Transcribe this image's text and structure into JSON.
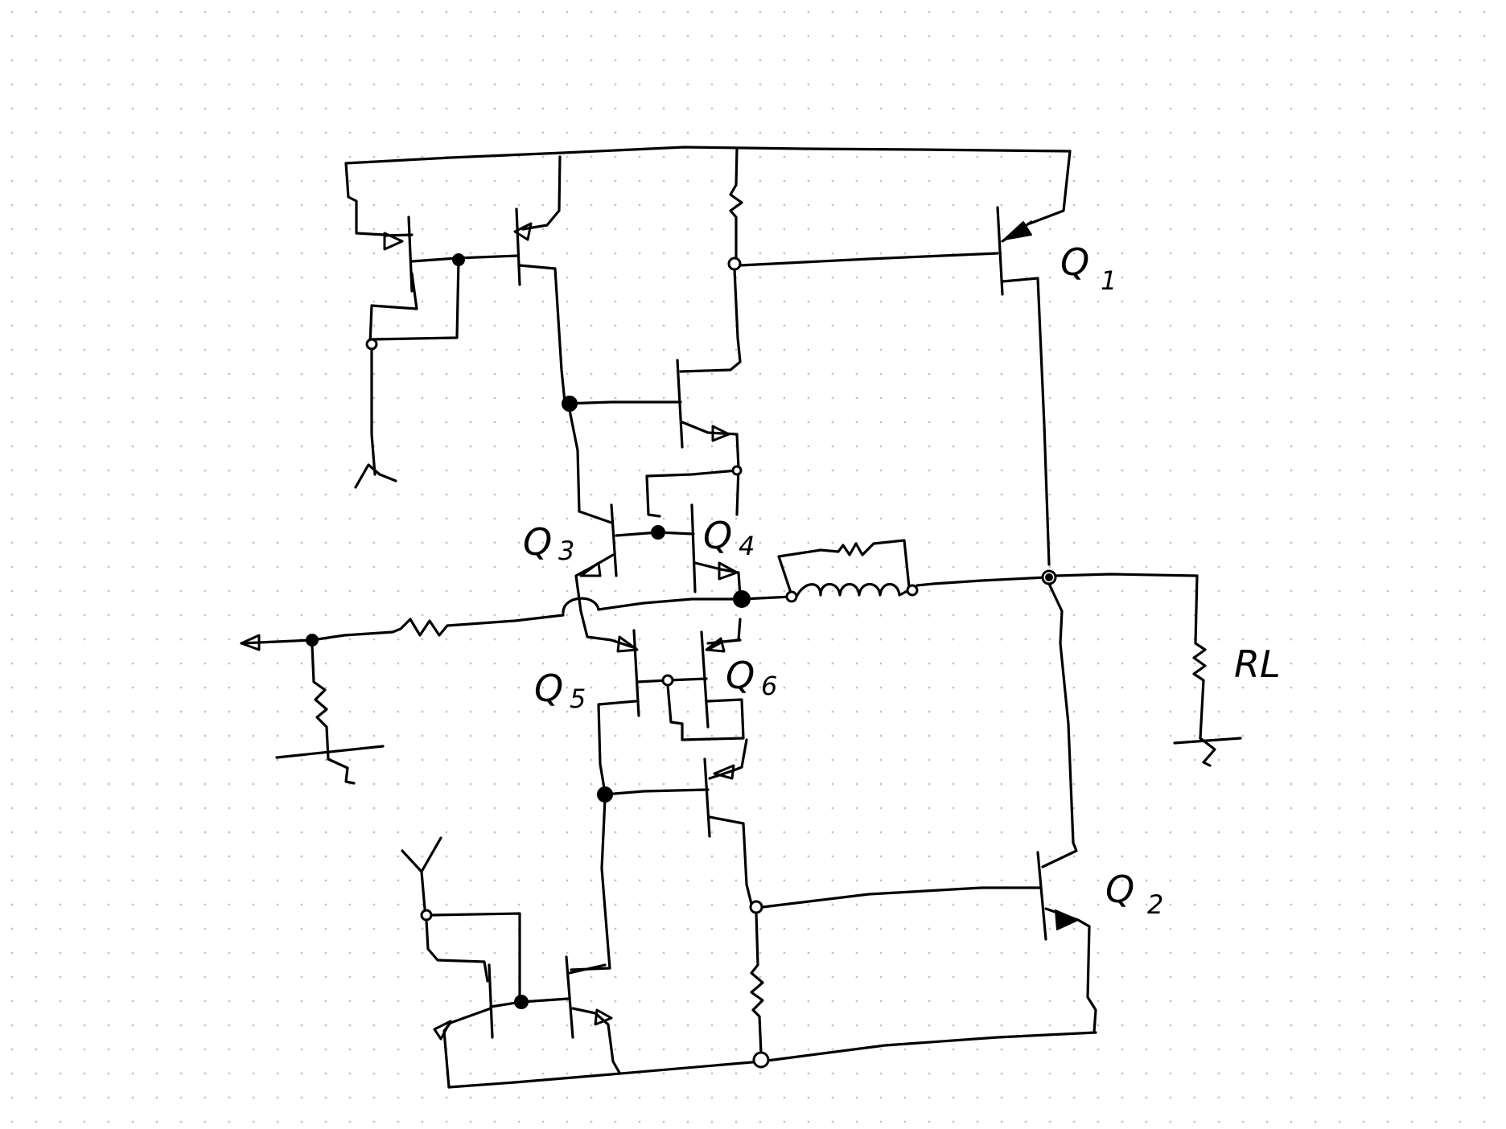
{
  "labels": {
    "q1": "Q",
    "q1_sub": "1",
    "q2": "Q",
    "q2_sub": "2",
    "q3": "Q",
    "q3_sub": "3",
    "q4": "Q",
    "q4_sub": "4",
    "q5": "Q",
    "q5_sub": "5",
    "q6": "Q",
    "q6_sub": "6",
    "rl": "RL"
  },
  "colors": {
    "ink": "#000000",
    "paper": "#ffffff",
    "grid_dots": "#c4c4c4"
  }
}
